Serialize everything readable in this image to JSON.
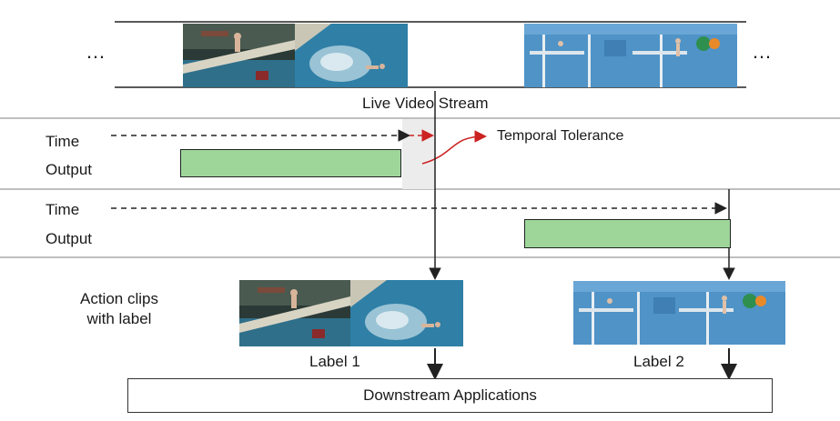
{
  "stream": {
    "ellipsis_left": "…",
    "ellipsis_right": "…",
    "caption": "Live Video Stream"
  },
  "track1": {
    "time_label": "Time",
    "output_label": "Output"
  },
  "track2": {
    "time_label": "Time",
    "output_label": "Output"
  },
  "annotation": {
    "tolerance_label": "Temporal Tolerance"
  },
  "clips": {
    "heading": "Action clips\nwith label",
    "label1": "Label 1",
    "label2": "Label 2"
  },
  "downstream": {
    "label": "Downstream Applications"
  },
  "colors": {
    "output_bar": "#9ed69a",
    "tolerance_arrow": "#cc2222",
    "pool_water": "#2f7fa6",
    "stadium_blue": "#4f93c7"
  },
  "images": {
    "frame_1": "diving-board-frame",
    "frame_2": "pool-splash-frame",
    "frame_3": "diving-tower-frame",
    "frame_4": "diver-midair-frame"
  }
}
